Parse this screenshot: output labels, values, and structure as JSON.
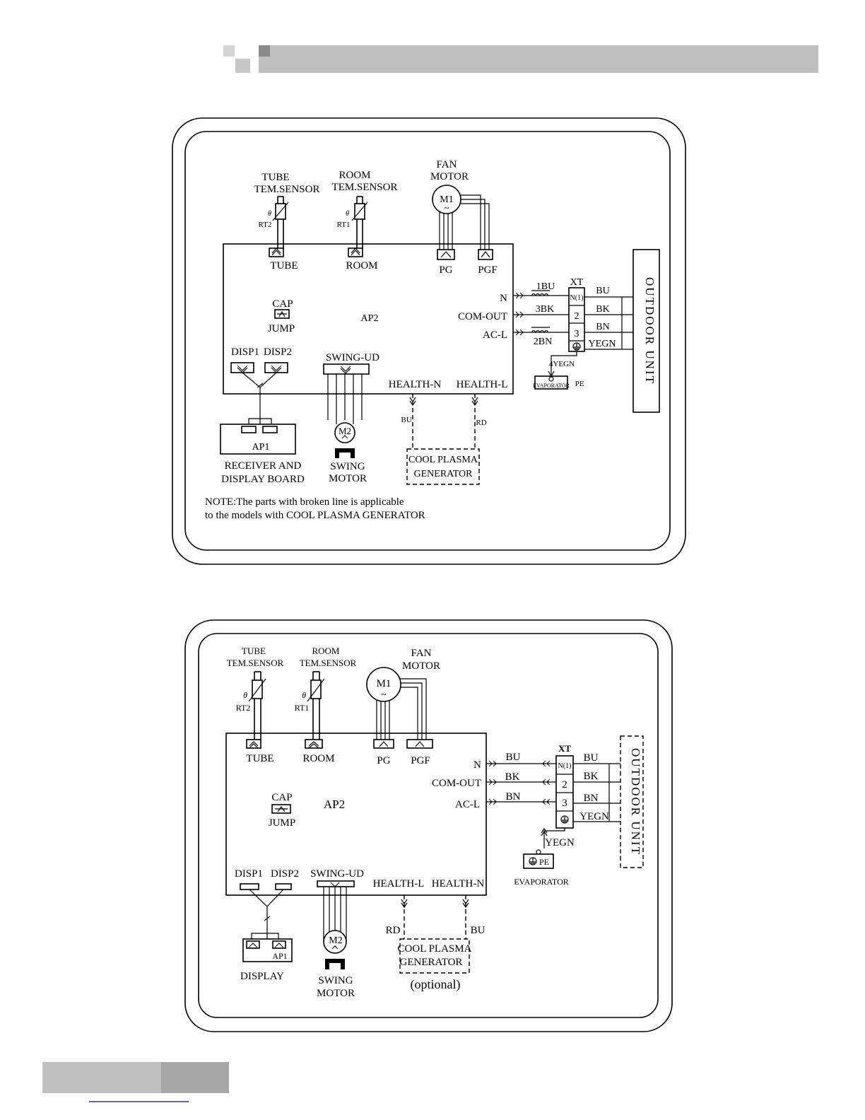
{
  "header": {
    "bar_color": "#bfbfbf",
    "square_light": "#d4d4d4",
    "square_dark": "#8c8c8c"
  },
  "footer": {
    "bar_light": "#bfbfbf",
    "bar_dark": "#a6a6a6",
    "link_color": "#0000cc"
  },
  "diagram1": {
    "tube_title1": "TUBE",
    "tube_title2": "TEM.SENSOR",
    "room_title1": "ROOM",
    "room_title2": "TEM.SENSOR",
    "fan_title1": "FAN",
    "fan_title2": "MOTOR",
    "rt2": "RT2",
    "rt1": "RT1",
    "theta": "θ",
    "m1": "M1",
    "tilde": "~",
    "tube": "TUBE",
    "room": "ROOM",
    "pg": "PG",
    "pgf": "PGF",
    "n": "N",
    "com_out": "COM-OUT",
    "ac_l": "AC-L",
    "w1": "1BU",
    "w2": "3BK",
    "w3": "2BN",
    "xt": "XT",
    "t1": "N(1)",
    "t2": "2",
    "t3": "3",
    "bu": "BU",
    "bk": "BK",
    "bn": "BN",
    "yegn": "YEGN",
    "yegn4": "4YEGN",
    "evaporator": "EVAPORATOR",
    "pe": "PE",
    "outdoor": "OUTDOOR UNIT",
    "cap": "CAP",
    "jump": "JUMP",
    "ap2": "AP2",
    "disp1": "DISP1",
    "disp2": "DISP2",
    "swing_ud": "SWING-UD",
    "health_n": "HEALTH-N",
    "health_l": "HEALTH-L",
    "bu_small": "BU",
    "rd_small": "RD",
    "ap1": "AP1",
    "receiver1": "RECEIVER AND",
    "receiver2": "DISPLAY BOARD",
    "m2": "M2",
    "swing1": "SWING",
    "swing2": "MOTOR",
    "plasma1": "COOL PLASMA",
    "plasma2": "GENERATOR",
    "note1": "NOTE:The parts with broken line is applicable",
    "note2": "to the models with COOL PLASMA  GENERATOR"
  },
  "diagram2": {
    "tube_title1": "TUBE",
    "tube_title2": "TEM.SENSOR",
    "room_title1": "ROOM",
    "room_title2": "TEM.SENSOR",
    "fan_title1": "FAN",
    "fan_title2": "MOTOR",
    "rt2": "RT2",
    "rt1": "RT1",
    "theta": "θ",
    "m1": "M1",
    "tilde": "~",
    "tube": "TUBE",
    "room": "ROOM",
    "pg": "PG",
    "pgf": "PGF",
    "n": "N",
    "com_out": "COM-OUT",
    "ac_l": "AC-L",
    "w1": "BU",
    "w2": "BK",
    "w3": "BN",
    "xt": "XT",
    "t1": "N(1)",
    "t2": "2",
    "t3": "3",
    "bu": "BU",
    "bk": "BK",
    "bn": "BN",
    "yegn": "YEGN",
    "yegn_b": "YEGN",
    "pe": "PE",
    "evaporator": "EVAPORATOR",
    "outdoor": "OUTDOOR UNIT",
    "cap": "CAP",
    "jump": "JUMP",
    "ap2": "AP2",
    "disp1": "DISP1",
    "disp2": "DISP2",
    "swing_ud": "SWING-UD",
    "health_l": "HEALTH-L",
    "health_n": "HEALTH-N",
    "rd": "RD",
    "bu_small": "BU",
    "ap1": "AP1",
    "display": "DISPLAY",
    "m2": "M2",
    "swing1": "SWING",
    "swing2": "MOTOR",
    "plasma1": "COOL PLASMA",
    "plasma2": "GENERATOR",
    "optional": "(optional)"
  }
}
